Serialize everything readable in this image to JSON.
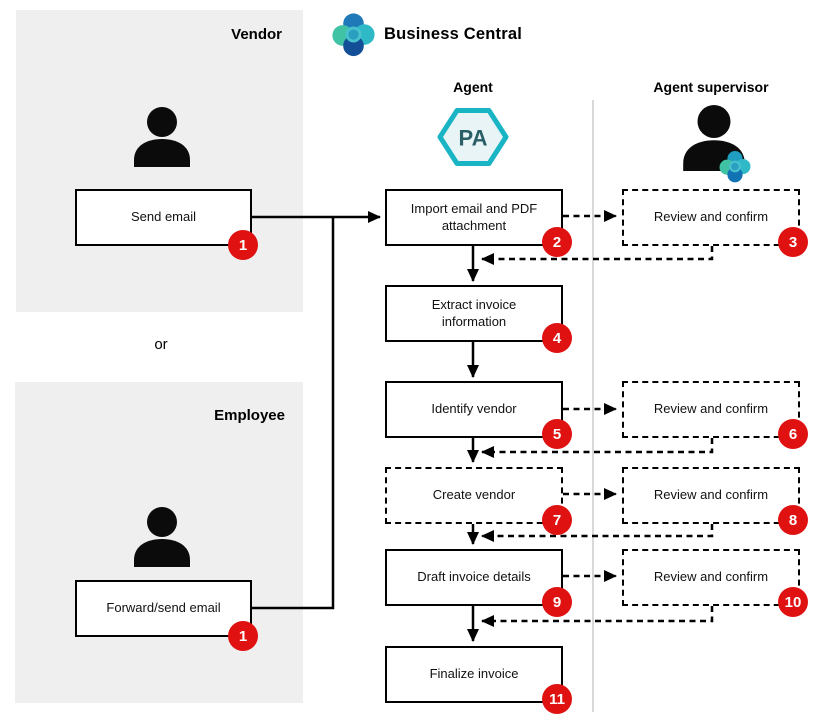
{
  "header": {
    "product": "Business Central"
  },
  "lanes": {
    "vendor_label": "Vendor",
    "employee_label": "Employee",
    "or_label": "or",
    "agent_label": "Agent",
    "agent_badge": "PA",
    "supervisor_label": "Agent supervisor"
  },
  "steps": {
    "send_email": {
      "label": "Send email",
      "num": "1"
    },
    "forward_email": {
      "label": "Forward/send email",
      "num": "1"
    },
    "import_email": {
      "label": "Import email and PDF attachment",
      "num": "2"
    },
    "review_import": {
      "label": "Review and confirm",
      "num": "3"
    },
    "extract_info": {
      "label": "Extract invoice information",
      "num": "4"
    },
    "identify_vendor": {
      "label": "Identify vendor",
      "num": "5"
    },
    "review_identify": {
      "label": "Review and confirm",
      "num": "6"
    },
    "create_vendor": {
      "label": "Create vendor",
      "num": "7"
    },
    "review_create": {
      "label": "Review and confirm",
      "num": "8"
    },
    "draft_invoice": {
      "label": "Draft invoice details",
      "num": "9"
    },
    "review_draft": {
      "label": "Review and confirm",
      "num": "10"
    },
    "finalize_invoice": {
      "label": "Finalize invoice",
      "num": "11"
    }
  },
  "colors": {
    "step_badge_red": "#e01111",
    "agent_hexagon_teal": "#1ab5c4",
    "agent_hexagon_fill": "#e8f4f5",
    "agent_hexagon_text": "#2a5f68",
    "lane_gray": "#efefef",
    "divider_gray": "#d8d8d8",
    "brand_blue": "#1867b0",
    "brand_teal": "#2fb9c7",
    "brand_green": "#3fc3a4"
  }
}
